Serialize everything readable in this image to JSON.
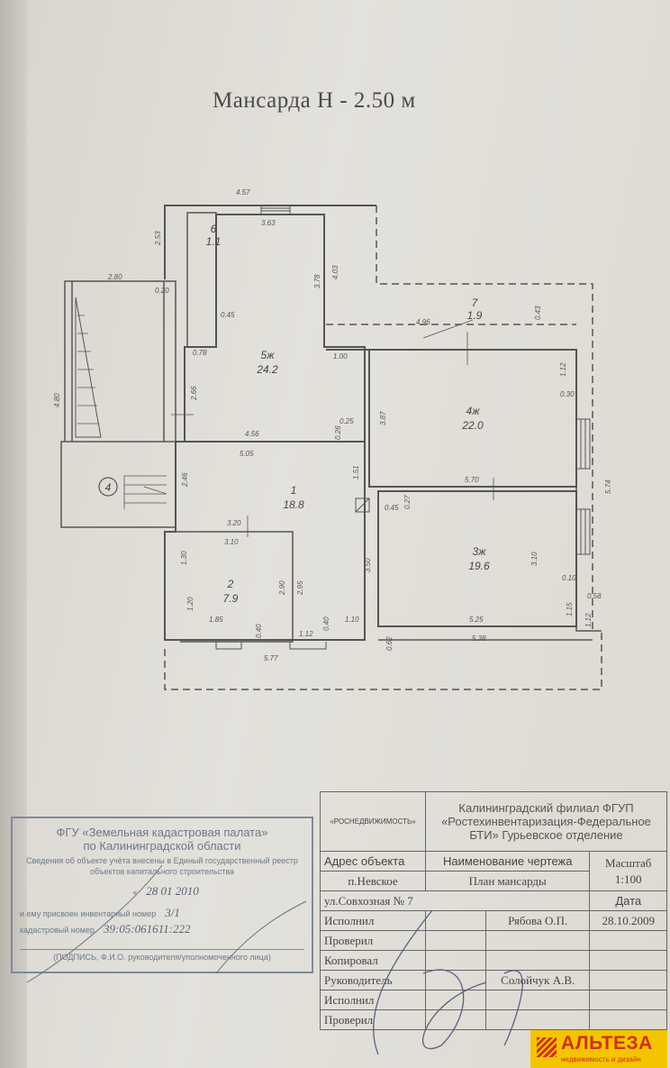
{
  "title": "Мансарда    Н - 2.50 м",
  "rooms": [
    {
      "num": "6",
      "area": "1.1"
    },
    {
      "num": "5ж",
      "area": "24.2"
    },
    {
      "num": "7",
      "area": "1.9"
    },
    {
      "num": "4ж",
      "area": "22.0"
    },
    {
      "num": "1",
      "area": "18.8"
    },
    {
      "num": "3ж",
      "area": "19.6"
    },
    {
      "num": "2",
      "area": "7.9"
    }
  ],
  "staircase_marker": "4",
  "dims": [
    "4.57",
    "3.63",
    "2.53",
    "4.03",
    "3.78",
    "2.80",
    "0.20",
    "0.45",
    "0.78",
    "1.00",
    "2.66",
    "4.80",
    "4.56",
    "0.25",
    "0.26",
    "5.05",
    "2.46",
    "1.51",
    "4.96",
    "0.43",
    "1.12",
    "0.30",
    "3.87",
    "5.70",
    "5.74",
    "0.45",
    "0.27",
    "3.20",
    "3.10",
    "3.50",
    "3.10",
    "0.10",
    "1.30",
    "2.90",
    "2.95",
    "1.20",
    "1.85",
    "0.40",
    "1.12",
    "0.40",
    "1.10",
    "5.25",
    "1.15",
    "0.58",
    "1.12",
    "0.62",
    "5.38",
    "5.77"
  ],
  "stamp": {
    "line1": "ФГУ «Земельная кадастровая палата»",
    "line2": "по Калининградской области",
    "line3": "Сведения об объекте учёта внесены в Единый государственный реестр объектов капитального строительства",
    "date_label": "«",
    "date_value": "28   01   2010",
    "inventory_label": "и ему присвоен инвентарный номер",
    "inventory_value": "3/1",
    "cadastral_label": "кадастровый номер",
    "cadastral_value": "39:05:061611:222",
    "signature_caption": "(ПОДПИСЬ, Ф.И.О. руководителя/уполномоченного лица)"
  },
  "title_block": {
    "agency": "«РОСНЕДВИЖИМОСТЬ»",
    "org": "Калининградский филиал ФГУП «Ростехинвентаризация-Федеральное БТИ» Гурьевское отделение",
    "address_label": "Адрес объекта",
    "drawing_name_label": "Наименование чертежа",
    "scale_label": "Масштаб",
    "address_line1": "п.Невское",
    "drawing_name": "План    мансарды",
    "scale": "1:100",
    "address_line2": "ул.Совхозная № 7",
    "date_label": "Дата",
    "rows": [
      {
        "label": "Исполнил",
        "name": "Рябова  О.П.",
        "date": "28.10.2009"
      },
      {
        "label": "Проверил",
        "name": "",
        "date": ""
      },
      {
        "label": "Копировал",
        "name": "",
        "date": ""
      },
      {
        "label": "Руководитель",
        "name": "Солойчук А.В.",
        "date": ""
      },
      {
        "label": "Исполнил",
        "name": "",
        "date": ""
      },
      {
        "label": "Проверил",
        "name": "",
        "date": ""
      }
    ]
  },
  "logo": {
    "name": "АЛЬТЕЗА",
    "tagline": "недвижимость и дизайн",
    "color": "#d0301e",
    "bg": "#f5c400"
  }
}
